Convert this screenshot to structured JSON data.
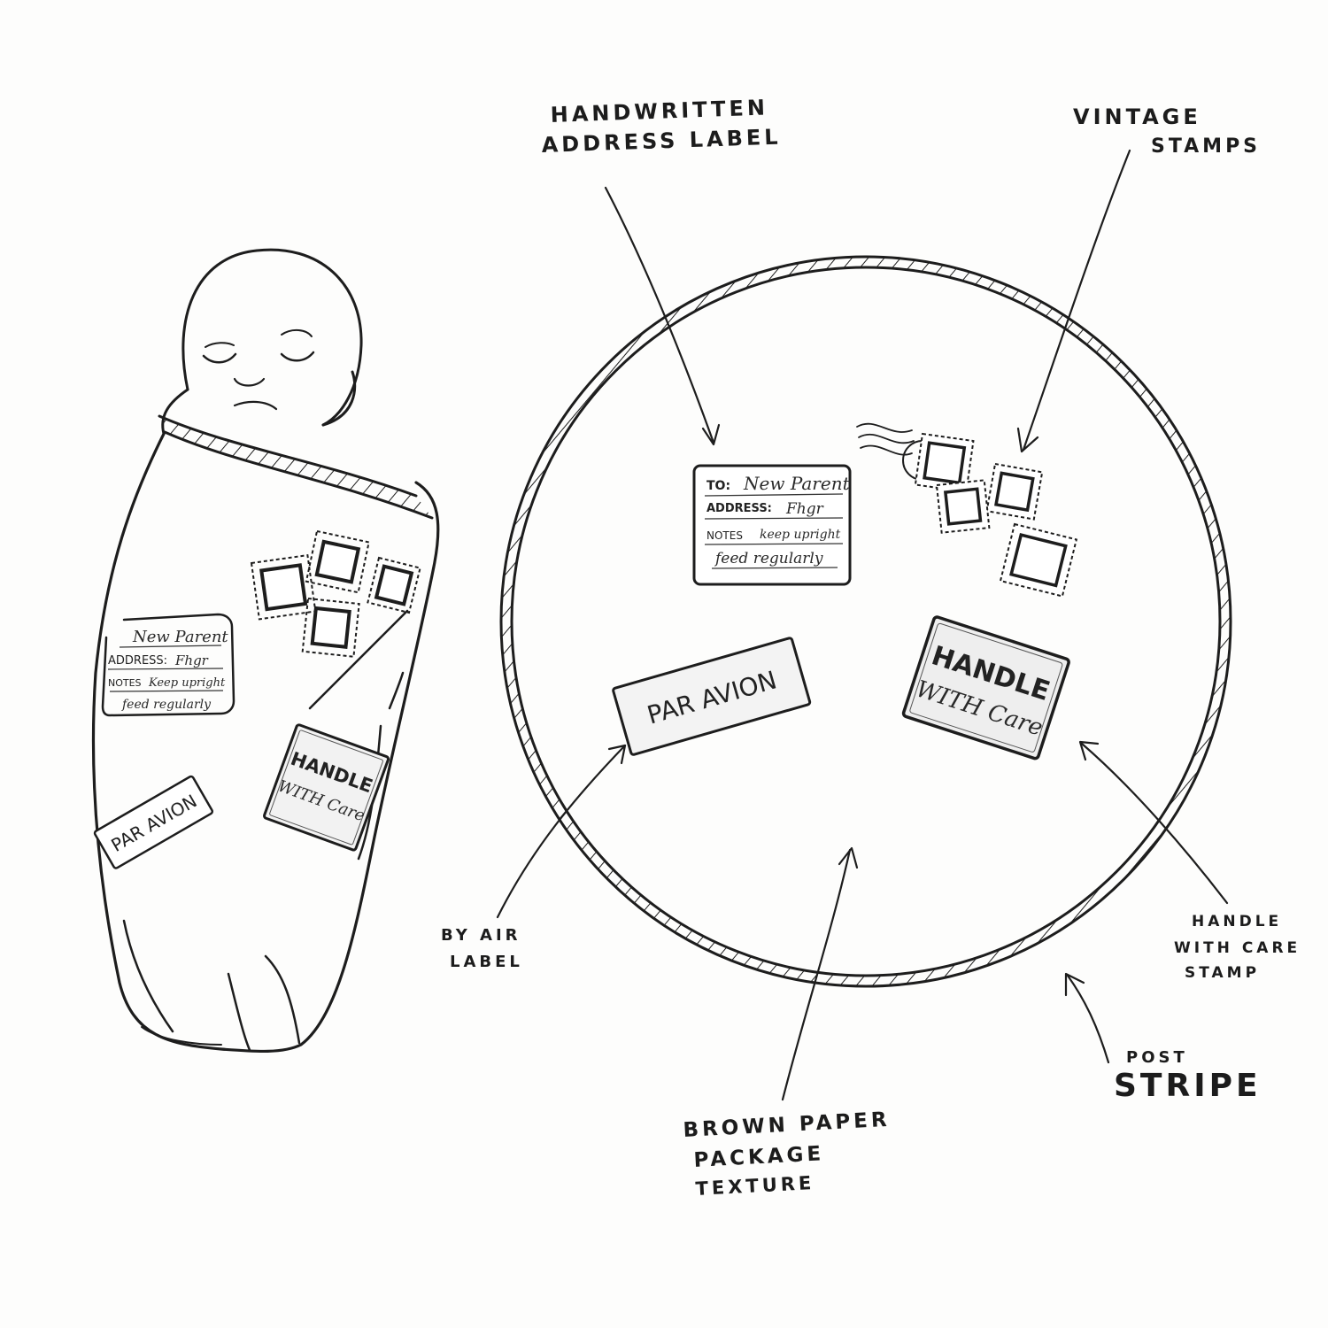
{
  "colors": {
    "ink": "#1d1d1d",
    "paper": "#fdfdfc"
  },
  "figure": {
    "swaddle_labels": {
      "address_name": "New Parent",
      "address_prefix": "ADDRESS:",
      "address_value": "Fhgr",
      "notes_prefix": "NOTES",
      "notes_value": "Keep upright",
      "feed_line": "feed regularly",
      "par_avion": "PAR AVION",
      "handle": "HANDLE",
      "with_care": "WITH Care"
    },
    "detail_labels": {
      "to_prefix": "TO:",
      "to_value": "New Parent",
      "address_prefix": "ADDRESS:",
      "address_value": "Fhgr",
      "notes_prefix": "NOTES",
      "notes_value": "keep upright",
      "feed_line": "feed regularly",
      "par_avion": "PAR AVION",
      "handle": "HANDLE",
      "with_care": "WITH Care"
    }
  },
  "callouts": {
    "address_label": [
      "HANDWRITTEN",
      "ADDRESS LABEL"
    ],
    "vintage_stamps": [
      "VINTAGE",
      "STAMPS"
    ],
    "by_air": [
      "BY AIR",
      "LABEL"
    ],
    "handle_care": [
      "HANDLE",
      "WITH CARE",
      "STAMP"
    ],
    "post": "POST",
    "stripe": "STRIPE",
    "brown_paper": [
      "BROWN PAPER",
      "PACKAGE",
      "TEXTURE"
    ]
  }
}
